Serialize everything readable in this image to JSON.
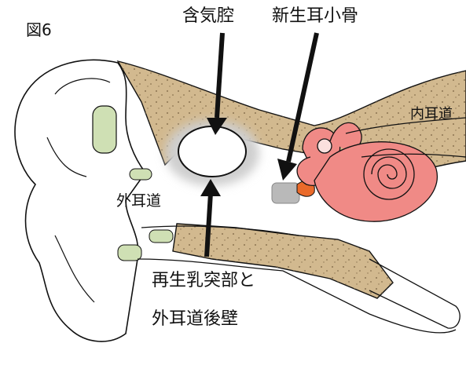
{
  "figure_number": "図6",
  "labels": {
    "air_cavity": "含気腔",
    "new_ossicle": "新生耳小骨",
    "inner_ear_canal": "内耳道",
    "external_canal": "外耳道",
    "bottom_line1": "再生乳突部と",
    "bottom_line2": "外耳道後壁"
  },
  "colors": {
    "cochlea": "#f08a86",
    "bone": "#d2b98f",
    "cartilage": "#cfe0b4",
    "ossicle": "#b9b9b9",
    "stapes": "#ea6a2a",
    "cavity_fill": "#ffffff",
    "haze": "#cfcfcf",
    "line": "#111111"
  }
}
